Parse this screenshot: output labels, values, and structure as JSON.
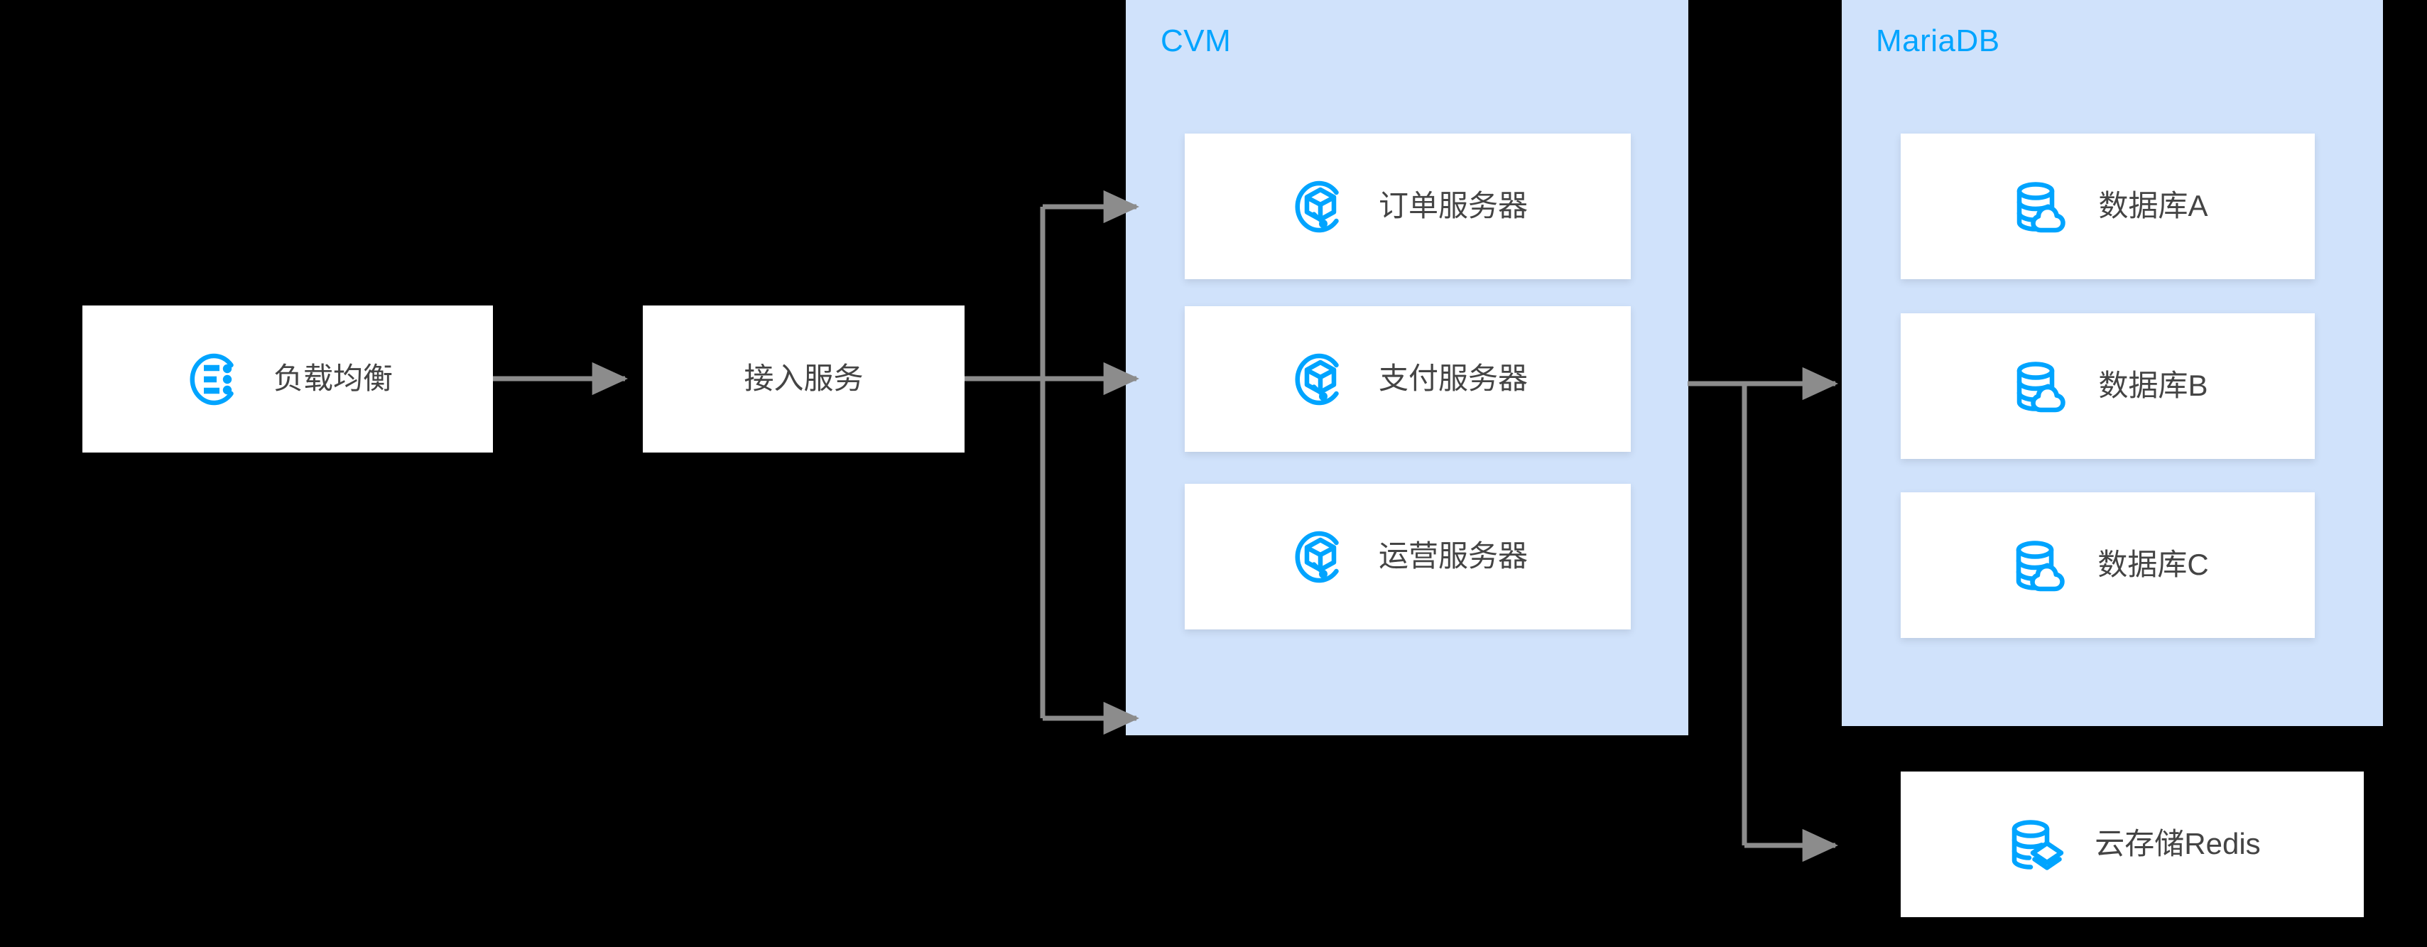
{
  "diagram": {
    "background_color": "#000000",
    "accent_color": "#00A4FF",
    "zone_fill_color": "#D0E2FB",
    "node_fill_color": "#FFFFFF",
    "label_color": "#444444",
    "connector_color": "#8C8C8C"
  },
  "nodes": {
    "load_balancer": {
      "label": "负载均衡",
      "icon": "load-balancer-icon"
    },
    "access_service": {
      "label": "接入服务",
      "icon": "none"
    },
    "redis": {
      "label": "云存储Redis",
      "icon": "redis-storage-icon"
    }
  },
  "zones": [
    {
      "id": "cvm",
      "title": "CVM",
      "nodes": [
        {
          "label": "订单服务器",
          "icon": "cvm-server-icon"
        },
        {
          "label": "支付服务器",
          "icon": "cvm-server-icon"
        },
        {
          "label": "运营服务器",
          "icon": "cvm-server-icon"
        }
      ]
    },
    {
      "id": "mariadb",
      "title": "MariaDB",
      "nodes": [
        {
          "label": "数据库A",
          "icon": "cloud-database-icon"
        },
        {
          "label": "数据库B",
          "icon": "cloud-database-icon"
        },
        {
          "label": "数据库C",
          "icon": "cloud-database-icon"
        }
      ]
    }
  ],
  "connections": [
    {
      "from": "负载均衡",
      "to": "接入服务"
    },
    {
      "from": "接入服务",
      "to": "订单服务器"
    },
    {
      "from": "接入服务",
      "to": "支付服务器"
    },
    {
      "from": "接入服务",
      "to": "运营服务器"
    },
    {
      "from": "CVM",
      "to": "MariaDB"
    },
    {
      "from": "CVM",
      "to": "云存储Redis"
    }
  ]
}
